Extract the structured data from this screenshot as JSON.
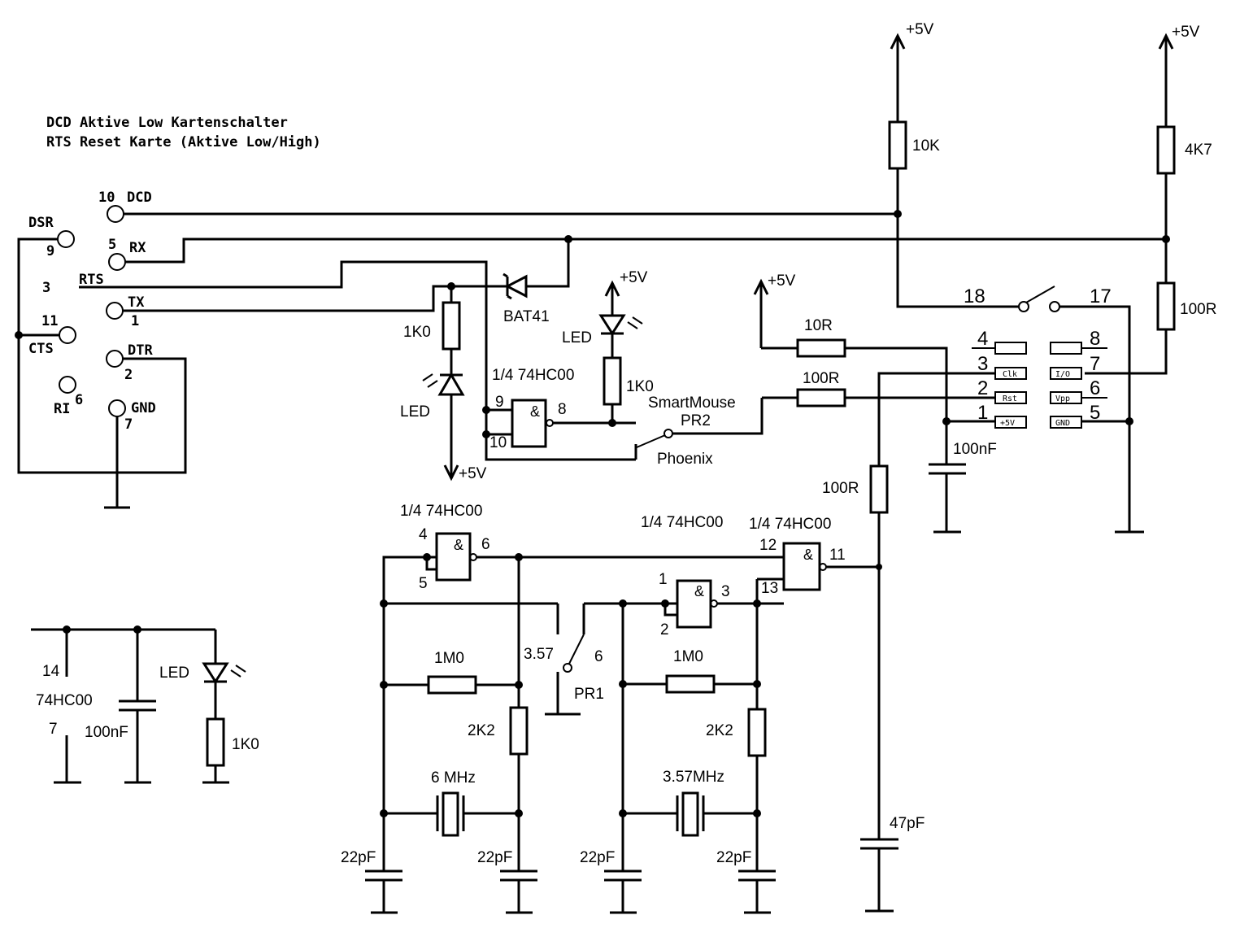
{
  "notes": {
    "line1": "DCD Aktive Low Kartenschalter",
    "line2": "RTS Reset Karte (Aktive Low/High)"
  },
  "serial_pins": {
    "dcd": {
      "num": "10",
      "name": "DCD"
    },
    "dsr": {
      "num": "9",
      "name": "DSR"
    },
    "rx": {
      "num": "5",
      "name": "RX"
    },
    "rts": {
      "num": "3",
      "name": "RTS"
    },
    "tx": {
      "num": "1",
      "name": "TX"
    },
    "cts": {
      "num": "11",
      "name": "CTS"
    },
    "dtr": {
      "num": "2",
      "name": "DTR"
    },
    "ri": {
      "num": "6",
      "name": "RI"
    },
    "gnd": {
      "num": "7",
      "name": "GND"
    }
  },
  "supply": "+5V",
  "components": {
    "r_10k": "10K",
    "r_4k7": "4K7",
    "r_100r_pullup": "100R",
    "r_10r": "10R",
    "r_100r_rst": "100R",
    "r_100r_clk": "100R",
    "r_1k0_a": "1K0",
    "r_1k0_b": "1K0",
    "r_1k0_c": "1K0",
    "led": "LED",
    "diode": "BAT41",
    "cap_100nf": "100nF",
    "cap_47pf": "47pF",
    "cap_22pf": "22pF",
    "r_1m0": "1M0",
    "r_2k2": "2K2",
    "xtal_6": "6 MHz",
    "xtal_357": "3.57MHz",
    "ic_74hc00": "74HC00",
    "pin14": "14",
    "pin7": "7"
  },
  "gates": {
    "label": "1/4 74HC00",
    "amp": "&",
    "g1": {
      "in_a": "9",
      "in_b": "10",
      "out": "8"
    },
    "g2": {
      "in_a": "4",
      "in_b": "5",
      "out": "6"
    },
    "g3": {
      "in_a": "1",
      "in_b": "2",
      "out": "3"
    },
    "g4": {
      "in_a": "12",
      "in_b": "13",
      "out": "11"
    }
  },
  "switches": {
    "card_switch": {
      "a": "18",
      "b": "17"
    },
    "pr2": {
      "name": "PR2",
      "top": "SmartMouse",
      "bottom": "Phoenix"
    },
    "pr1": {
      "name": "PR1",
      "left": "3.57",
      "right": "6"
    }
  },
  "card_contacts": {
    "left_nums": [
      "4",
      "3",
      "2",
      "1"
    ],
    "right_nums": [
      "8",
      "7",
      "6",
      "5"
    ],
    "clk": "Clk",
    "rst": "Rst",
    "vcc": "+5V",
    "io": "I/O",
    "vpp": "Vpp",
    "gnd": "GND"
  }
}
